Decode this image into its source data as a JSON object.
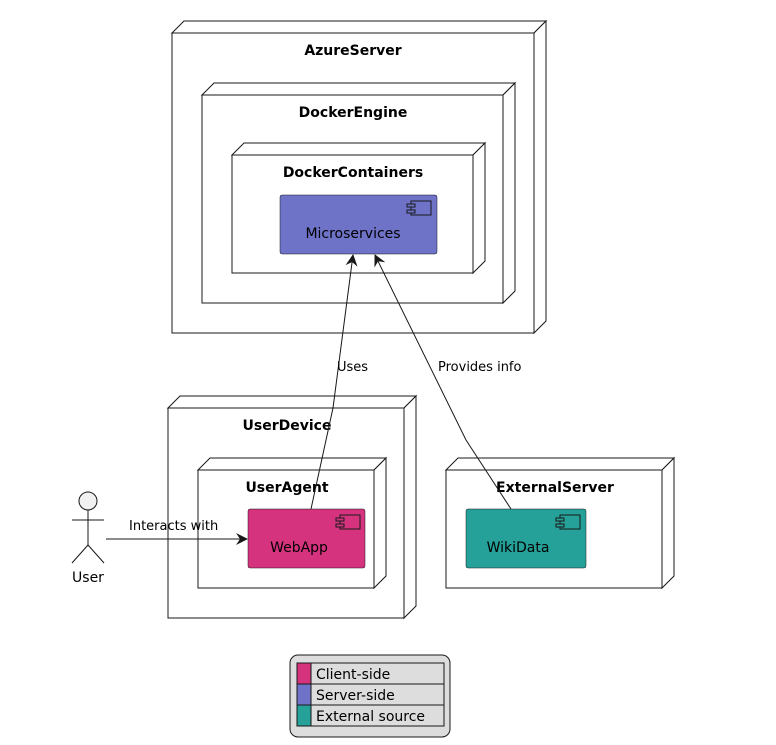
{
  "nodes": {
    "azure_server": "AzureServer",
    "docker_engine": "DockerEngine",
    "docker_containers": "DockerContainers",
    "user_device": "UserDevice",
    "user_agent": "UserAgent",
    "external_server": "ExternalServer"
  },
  "components": {
    "microservices": {
      "label": "Microservices",
      "color": "#6e73c8"
    },
    "webapp": {
      "label": "WebApp",
      "color": "#d6337f"
    },
    "wikidata": {
      "label": "WikiData",
      "color": "#26a199"
    }
  },
  "actor": {
    "label": "User"
  },
  "edges": {
    "interacts": "Interacts with",
    "uses": "Uses",
    "provides": "Provides info"
  },
  "legend": {
    "items": [
      {
        "label": "Client-side",
        "color": "#d6337f"
      },
      {
        "label": "Server-side",
        "color": "#6e73c8"
      },
      {
        "label": "External source",
        "color": "#26a199"
      }
    ]
  }
}
